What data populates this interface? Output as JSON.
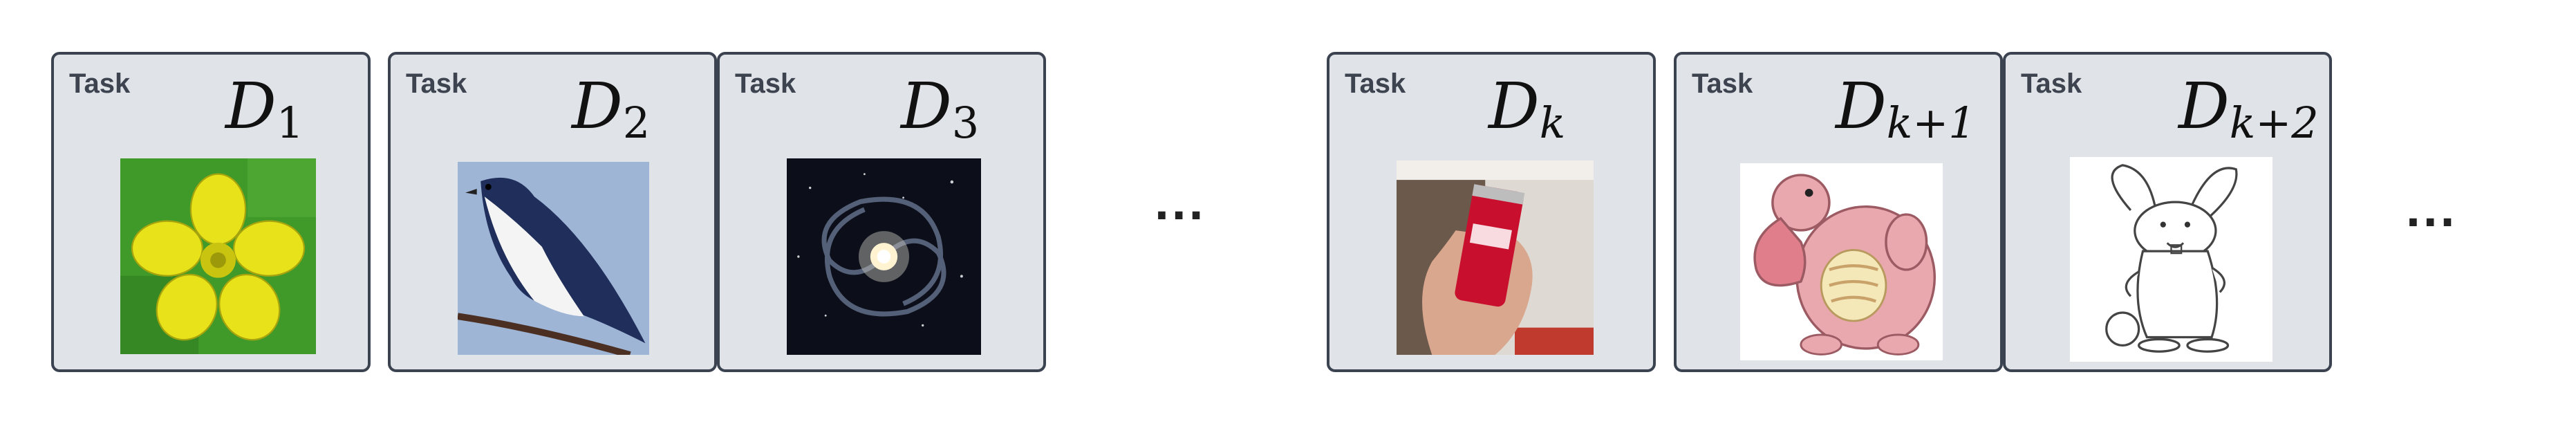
{
  "tasks": [
    {
      "tag": "Task",
      "letter": "D",
      "sub": "1",
      "image": "yellow-flower"
    },
    {
      "tag": "Task",
      "letter": "D",
      "sub": "2",
      "image": "swallow-bird"
    },
    {
      "tag": "Task",
      "letter": "D",
      "sub": "3",
      "image": "spiral-galaxy"
    },
    {
      "tag": "Task",
      "letter": "D",
      "sub": "k",
      "image": "soda-can-in-hand"
    },
    {
      "tag": "Task",
      "letter": "D",
      "sub": "k+1",
      "image": "pink-pokemon"
    },
    {
      "tag": "Task",
      "letter": "D",
      "sub": "k+2",
      "image": "rabbit-sketch"
    }
  ],
  "ellipsis": "...",
  "colors": {
    "card_fill": "#e0e3e8",
    "card_border": "#3b4350"
  }
}
